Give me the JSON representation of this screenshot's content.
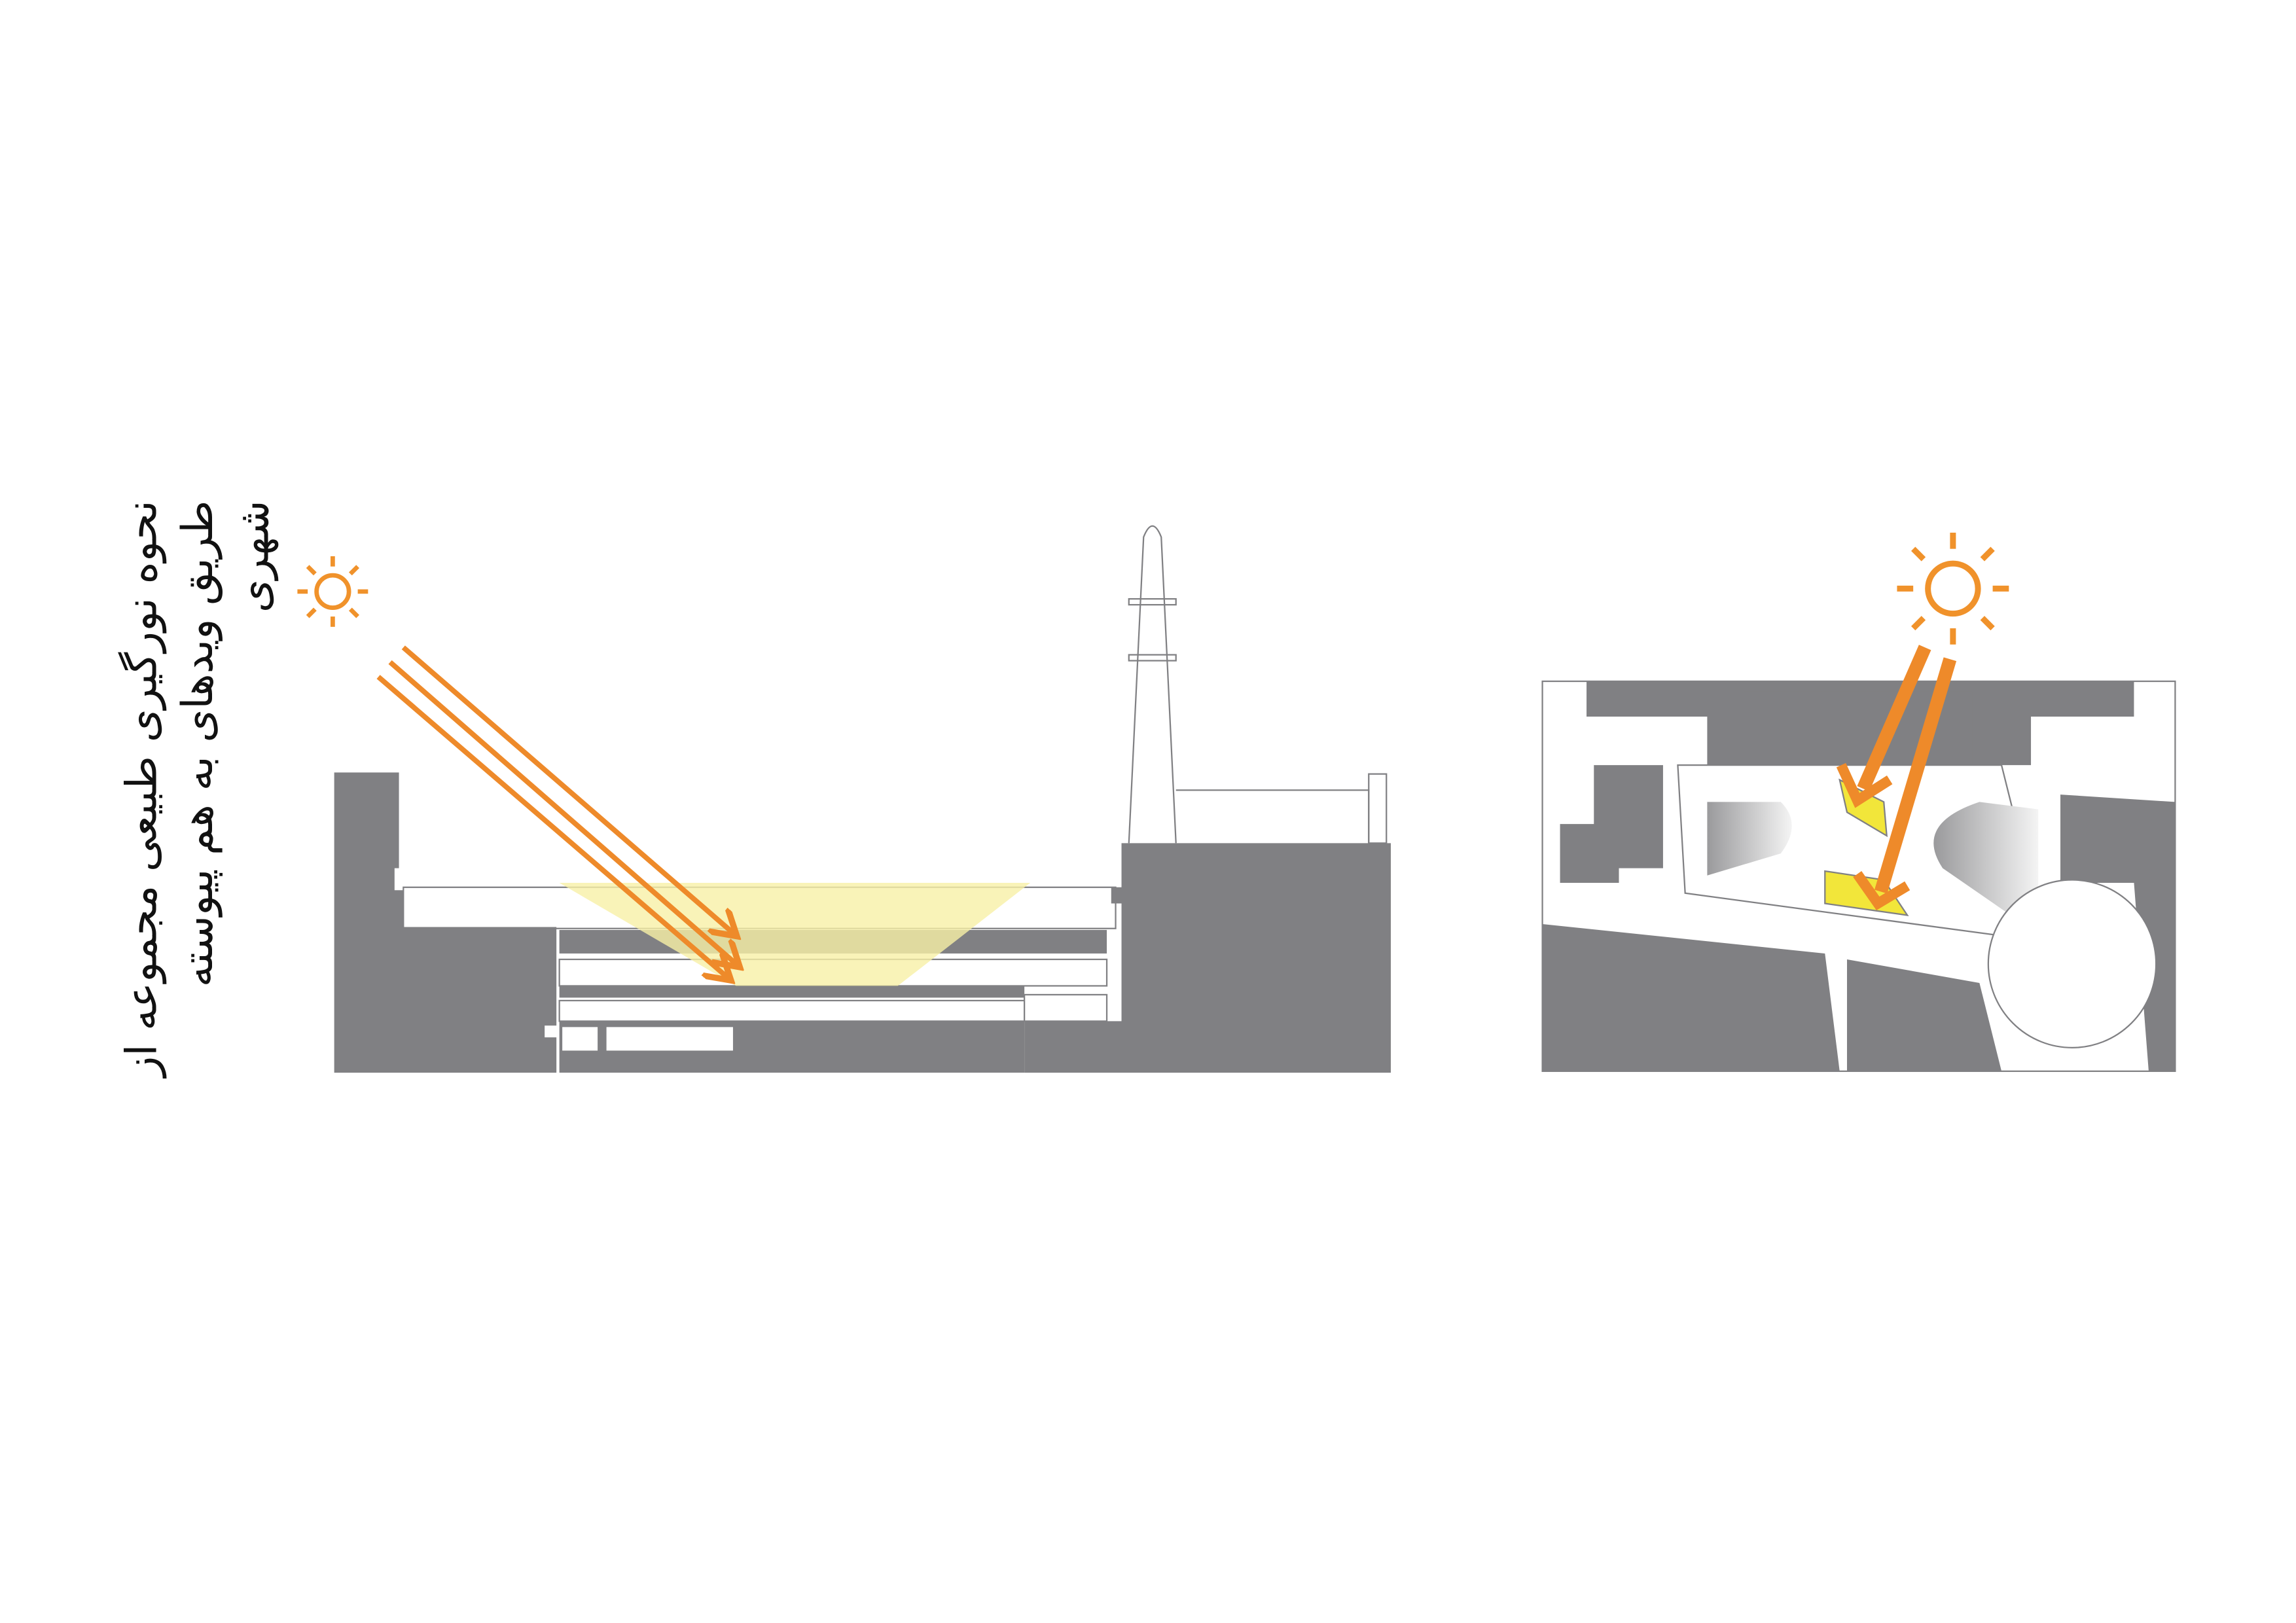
{
  "caption": {
    "lines": [
      "نحوه نورگیری طبیعی مجموعه از",
      "طریق ویدهای به هم پیوسته",
      "شهری"
    ]
  },
  "colors": {
    "mass": "#808083",
    "sun": "#f0922b",
    "arrow": "#ee8a2a",
    "light": "#f7f0a6",
    "highlight": "#f2e63a"
  },
  "icons": [
    "sun-icon-section",
    "sun-icon-plan"
  ]
}
